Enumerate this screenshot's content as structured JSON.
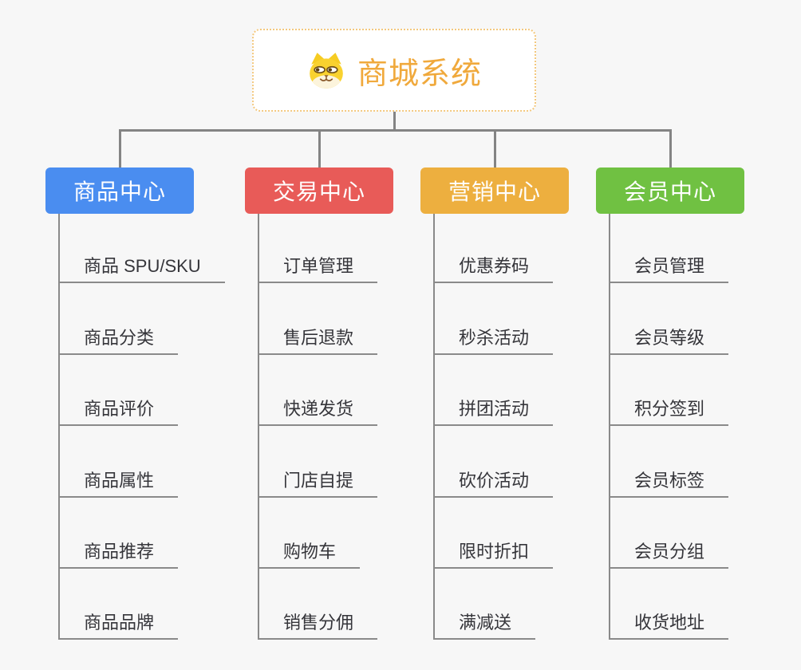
{
  "root": {
    "title": "商城系统",
    "icon": "doge-icon",
    "text_color": "#F0A93C",
    "border_color": "#F3C87E",
    "background": "#FFFFFF"
  },
  "connector_color": "#848484",
  "canvas_background": "#F7F7F7",
  "branches": [
    {
      "id": "product-center",
      "label": "商品中心",
      "color": "#4A8DF0",
      "items": [
        "商品 SPU/SKU",
        "商品分类",
        "商品评价",
        "商品属性",
        "商品推荐",
        "商品品牌"
      ]
    },
    {
      "id": "trade-center",
      "label": "交易中心",
      "color": "#E85B58",
      "items": [
        "订单管理",
        "售后退款",
        "快递发货",
        "门店自提",
        "购物车",
        "销售分佣"
      ]
    },
    {
      "id": "marketing-center",
      "label": "营销中心",
      "color": "#EDAF3F",
      "items": [
        "优惠券码",
        "秒杀活动",
        "拼团活动",
        "砍价活动",
        "限时折扣",
        "满减送"
      ]
    },
    {
      "id": "member-center",
      "label": "会员中心",
      "color": "#70C142",
      "items": [
        "会员管理",
        "会员等级",
        "积分签到",
        "会员标签",
        "会员分组",
        "收货地址"
      ]
    }
  ]
}
